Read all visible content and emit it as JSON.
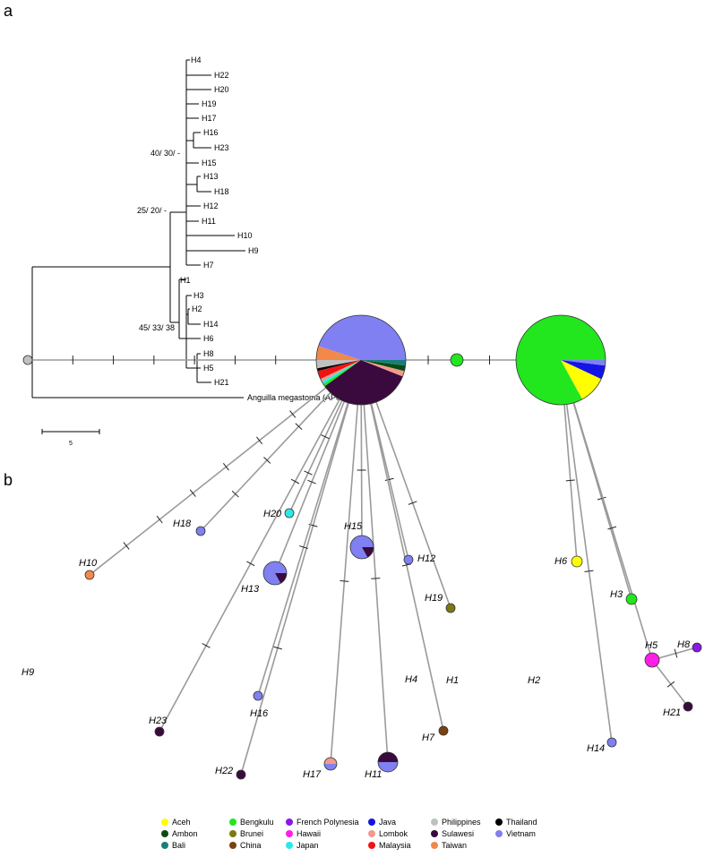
{
  "panels": {
    "a": "a",
    "b": "b"
  },
  "tree": {
    "support_labels": [
      "40/ 30/ -",
      "25/ 20/ -",
      "45/ 33/ 38"
    ],
    "leaves": [
      "H4",
      "H22",
      "H20",
      "H19",
      "H17",
      "H16",
      "H23",
      "H15",
      "H13",
      "H18",
      "H12",
      "H11",
      "H10",
      "H9",
      "H7",
      "H1",
      "H3",
      "H2",
      "H14",
      "H6",
      "H8",
      "H5",
      "H21",
      "Anguilla megastoma (AP007243)"
    ],
    "scale_bar_label": "5"
  },
  "network": {
    "haplotypes": [
      {
        "id": "H1",
        "label": "H1",
        "composition": [
          [
            "Bengkulu",
            1
          ]
        ]
      },
      {
        "id": "H2",
        "label": "H2",
        "composition": [
          [
            "Bengkulu",
            0.83
          ],
          [
            "Aceh",
            0.1
          ],
          [
            "Java",
            0.05
          ],
          [
            "Vietnam",
            0.02
          ]
        ]
      },
      {
        "id": "H3",
        "label": "H3",
        "composition": [
          [
            "Bengkulu",
            1
          ]
        ]
      },
      {
        "id": "H4",
        "label": "H4",
        "composition": [
          [
            "Vietnam",
            0.45
          ],
          [
            "Taiwan",
            0.05
          ],
          [
            "Philippines",
            0.03
          ],
          [
            "Thailand",
            0.01
          ],
          [
            "Malaysia",
            0.03
          ],
          [
            "Lombok",
            0.01
          ],
          [
            "Japan",
            0.01
          ],
          [
            "Bengkulu",
            0.01
          ],
          [
            "Sulawesi",
            0.34
          ],
          [
            "Lombok",
            0.02
          ],
          [
            "Ambon",
            0.02
          ],
          [
            "Bali",
            0.02
          ]
        ]
      },
      {
        "id": "H5",
        "label": "H5",
        "composition": [
          [
            "Hawaii",
            1
          ]
        ]
      },
      {
        "id": "H6",
        "label": "H6",
        "composition": [
          [
            "Aceh",
            1
          ]
        ]
      },
      {
        "id": "H7",
        "label": "H7",
        "composition": [
          [
            "China",
            1
          ]
        ]
      },
      {
        "id": "H8",
        "label": "H8",
        "composition": [
          [
            "French Polynesia",
            1
          ]
        ]
      },
      {
        "id": "H9",
        "label": "H9",
        "composition": [
          [
            "Philippines",
            1
          ]
        ]
      },
      {
        "id": "H10",
        "label": "H10",
        "composition": [
          [
            "Taiwan",
            1
          ]
        ]
      },
      {
        "id": "H11",
        "label": "H11",
        "composition": [
          [
            "Sulawesi",
            0.5
          ],
          [
            "Vietnam",
            0.5
          ]
        ]
      },
      {
        "id": "H12",
        "label": "H12",
        "composition": [
          [
            "Vietnam",
            1
          ]
        ]
      },
      {
        "id": "H13",
        "label": "H13",
        "composition": [
          [
            "Vietnam",
            0.83
          ],
          [
            "Sulawesi",
            0.17
          ]
        ]
      },
      {
        "id": "H14",
        "label": "H14",
        "composition": [
          [
            "Vietnam",
            1
          ]
        ]
      },
      {
        "id": "H15",
        "label": "H15",
        "composition": [
          [
            "Vietnam",
            0.83
          ],
          [
            "Sulawesi",
            0.17
          ]
        ]
      },
      {
        "id": "H16",
        "label": "H16",
        "composition": [
          [
            "Vietnam",
            1
          ]
        ]
      },
      {
        "id": "H17",
        "label": "H17",
        "composition": [
          [
            "Lombok",
            0.5
          ],
          [
            "Vietnam",
            0.5
          ]
        ]
      },
      {
        "id": "H18",
        "label": "H18",
        "composition": [
          [
            "Vietnam",
            1
          ]
        ]
      },
      {
        "id": "H19",
        "label": "H19",
        "composition": [
          [
            "Brunei",
            1
          ]
        ]
      },
      {
        "id": "H20",
        "label": "H20",
        "composition": [
          [
            "Japan",
            1
          ]
        ]
      },
      {
        "id": "H21",
        "label": "H21",
        "composition": [
          [
            "Sulawesi",
            1
          ]
        ]
      },
      {
        "id": "H22",
        "label": "H22",
        "composition": [
          [
            "Sulawesi",
            1
          ]
        ]
      },
      {
        "id": "H23",
        "label": "H23",
        "composition": [
          [
            "Sulawesi",
            1
          ]
        ]
      }
    ],
    "edges": [
      {
        "from": "H4",
        "to": "H9",
        "steps": 6
      },
      {
        "from": "H4",
        "to": "H10",
        "steps": 6
      },
      {
        "from": "H4",
        "to": "H18",
        "steps": 3
      },
      {
        "from": "H4",
        "to": "H13",
        "steps": 1
      },
      {
        "from": "H4",
        "to": "H20",
        "steps": 2
      },
      {
        "from": "H4",
        "to": "H15",
        "steps": 1
      },
      {
        "from": "H4",
        "to": "H12",
        "steps": 1
      },
      {
        "from": "H4",
        "to": "H19",
        "steps": 1
      },
      {
        "from": "H4",
        "to": "H1",
        "steps": 1
      },
      {
        "from": "H4",
        "to": "H7",
        "steps": 1
      },
      {
        "from": "H4",
        "to": "H11",
        "steps": 1
      },
      {
        "from": "H4",
        "to": "H17",
        "steps": 1
      },
      {
        "from": "H4",
        "to": "H22",
        "steps": 2
      },
      {
        "from": "H4",
        "to": "H23",
        "steps": 3
      },
      {
        "from": "H4",
        "to": "H16",
        "steps": 1
      },
      {
        "from": "H1",
        "to": "H2",
        "steps": 1
      },
      {
        "from": "H2",
        "to": "H6",
        "steps": 1
      },
      {
        "from": "H2",
        "to": "H3",
        "steps": 1
      },
      {
        "from": "H2",
        "to": "H5",
        "steps": 1
      },
      {
        "from": "H2",
        "to": "H14",
        "steps": 1
      },
      {
        "from": "H5",
        "to": "H8",
        "steps": 1
      },
      {
        "from": "H5",
        "to": "H21",
        "steps": 1
      }
    ]
  },
  "legend": [
    {
      "name": "Aceh",
      "color": "#ffff00"
    },
    {
      "name": "Ambon",
      "color": "#0b4a12"
    },
    {
      "name": "Bali",
      "color": "#178078"
    },
    {
      "name": "Bengkulu",
      "color": "#22e61e"
    },
    {
      "name": "Brunei",
      "color": "#7a7a12"
    },
    {
      "name": "China",
      "color": "#7a4210"
    },
    {
      "name": "French Polynesia",
      "color": "#8a18e6"
    },
    {
      "name": "Hawaii",
      "color": "#ff1ee6"
    },
    {
      "name": "Japan",
      "color": "#2ee8e8"
    },
    {
      "name": "Java",
      "color": "#1414e6"
    },
    {
      "name": "Lombok",
      "color": "#f29a8e"
    },
    {
      "name": "Malaysia",
      "color": "#ee1414"
    },
    {
      "name": "Philippines",
      "color": "#c0c0c0"
    },
    {
      "name": "Sulawesi",
      "color": "#3a0a3e"
    },
    {
      "name": "Taiwan",
      "color": "#f2884a"
    },
    {
      "name": "Thailand",
      "color": "#000000"
    },
    {
      "name": "Vietnam",
      "color": "#8080f2"
    }
  ]
}
